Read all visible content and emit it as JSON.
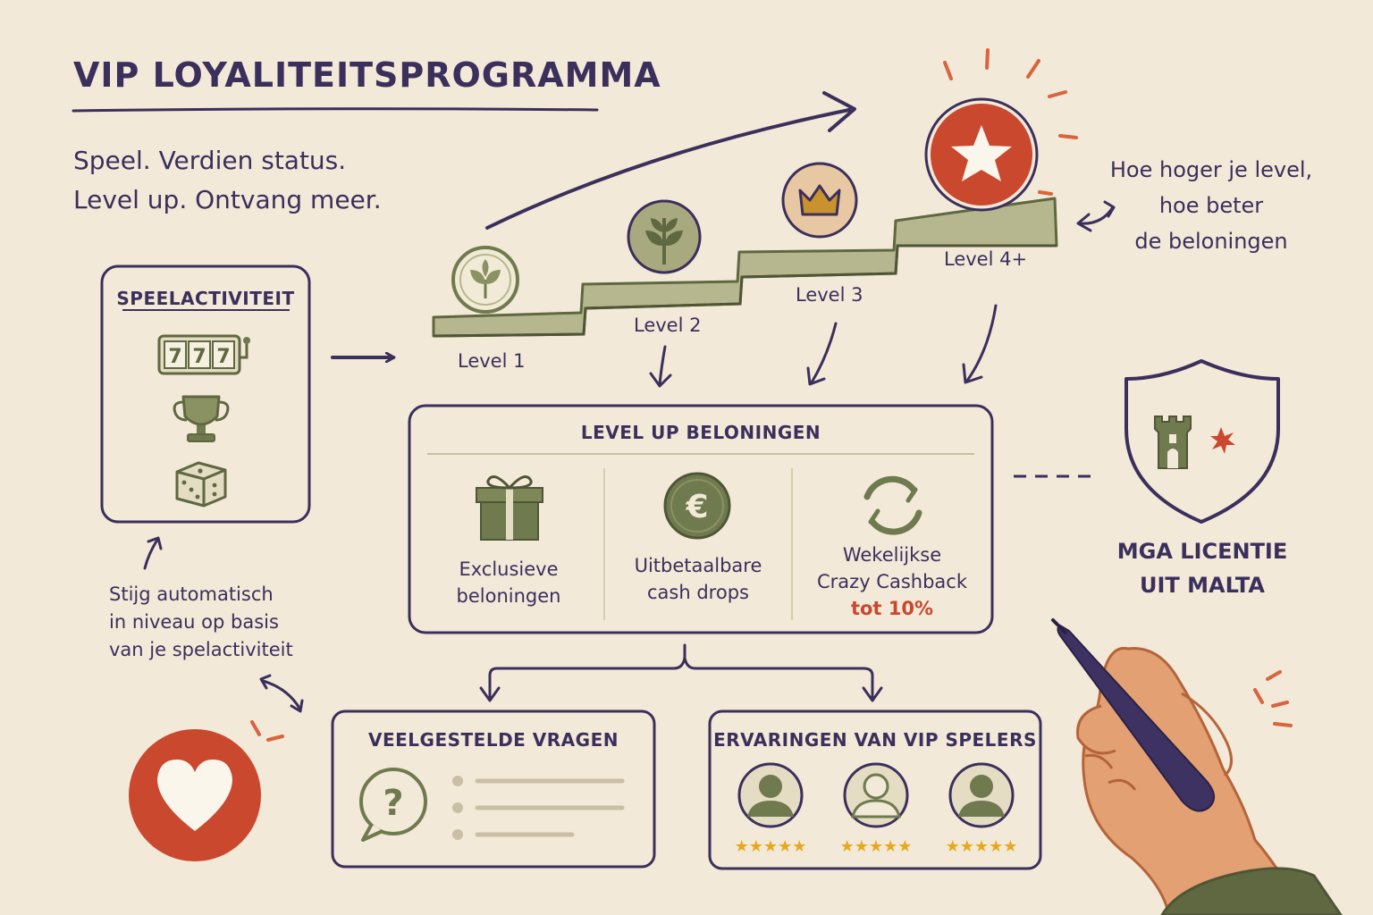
{
  "header": {
    "title": "VIP LOYALITEITSPROGRAMMA",
    "tagline": [
      "Speel. Verdien status.",
      "Level up. Ontvang meer."
    ]
  },
  "levels": [
    {
      "label": "Level 1",
      "icon": "sprout-icon"
    },
    {
      "label": "Level 2",
      "icon": "leaf-icon"
    },
    {
      "label": "Level 3",
      "icon": "crown-icon"
    },
    {
      "label": "Level 4+",
      "icon": "star-icon"
    }
  ],
  "level_note": [
    "Hoe hoger je level,",
    "hoe beter",
    "de beloningen"
  ],
  "activity": {
    "title": "SPEELACTIVITEIT",
    "slot_text": "777",
    "icons": [
      "slot-machine-icon",
      "trophy-icon",
      "dice-icon"
    ]
  },
  "activity_note": [
    "Stijg automatisch",
    "in niveau op basis",
    "van je spelactiviteit"
  ],
  "rewards": {
    "title": "LEVEL UP BELONINGEN",
    "items": [
      {
        "icon": "gift-icon",
        "lines": [
          "Exclusieve",
          "beloningen"
        ]
      },
      {
        "icon": "euro-icon",
        "lines": [
          "Uitbetaalbare",
          "cash drops"
        ]
      },
      {
        "icon": "cashback-icon",
        "lines": [
          "Wekelijkse",
          "Crazy Cashback"
        ],
        "accent": "tot 10%"
      }
    ]
  },
  "license": {
    "icon": "shield-tower-icon",
    "lines": [
      "MGA LICENTIE",
      "UIT MALTA"
    ]
  },
  "faq": {
    "title": "VEELGESTELDE VRAGEN",
    "icon": "question-bubble-icon"
  },
  "reviews": {
    "title": "ERVARINGEN VAN VIP SPELERS",
    "stars": "★★★★★",
    "count": 3
  },
  "colors": {
    "background": "#f3e9d8",
    "ink": "#3b2f5c",
    "olive": "#6f7a4e",
    "sage": "#b6b78e",
    "accent": "#c9482e",
    "star": "#e8a81e"
  }
}
